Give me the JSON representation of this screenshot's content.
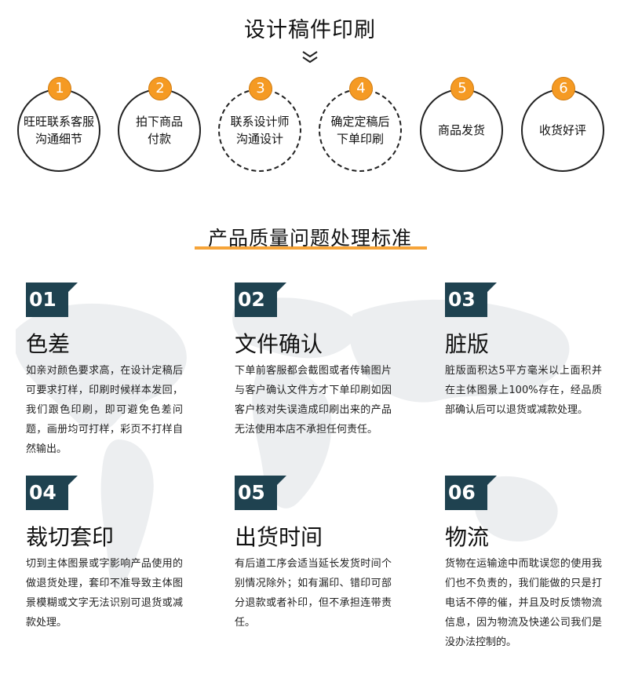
{
  "process": {
    "title": "设计稿件印刷",
    "steps": [
      {
        "number": "1",
        "label": "旺旺联系客服\n沟通细节"
      },
      {
        "number": "2",
        "label": "拍下商品\n付款"
      },
      {
        "number": "3",
        "label": "联系设计师\n沟通设计"
      },
      {
        "number": "4",
        "label": "确定定稿后\n下单印刷"
      },
      {
        "number": "5",
        "label": "商品发货"
      },
      {
        "number": "6",
        "label": "收货好评"
      }
    ]
  },
  "quality": {
    "title": "产品质量问题处理标准",
    "accent_color": "#f59a23",
    "badge_color": "#1f4250",
    "items": [
      {
        "number": "01",
        "heading": "色差",
        "text": "如亲对颜色要求高，在设计定稿后可要求打样，印刷时候样本发回，我们跟色印刷，即可避免色差问题，画册均可打样，彩页不打样自然输出。"
      },
      {
        "number": "02",
        "heading": "文件确认",
        "text": "下单前客服都会截图或者传输图片与客户确认文件方才下单印刷如因客户核对失误造成印刷出来的产品无法使用本店不承担任何责任。"
      },
      {
        "number": "03",
        "heading": "脏版",
        "text": "脏版面积达5平方毫米以上面积并在主体图景上100%存在，经品质部确认后可以退货或减款处理。"
      },
      {
        "number": "04",
        "heading": "裁切套印",
        "text": "切到主体图景或字影响产品使用的做退货处理，套印不准导致主体图景模糊或文字无法识别可退货或减款处理。"
      },
      {
        "number": "05",
        "heading": "出货时间",
        "text": "有后道工序会适当延长发货时间个别情况除外；如有漏印、错印可部分退款或者补印，但不承担连带责任。"
      },
      {
        "number": "06",
        "heading": "物流",
        "text": "货物在运输途中而耽误您的使用我们也不负责的，我们能做的只是打电话不停的催，并且及时反馈物流信息，因为物流及快递公司我们是没办法控制的。"
      }
    ]
  }
}
